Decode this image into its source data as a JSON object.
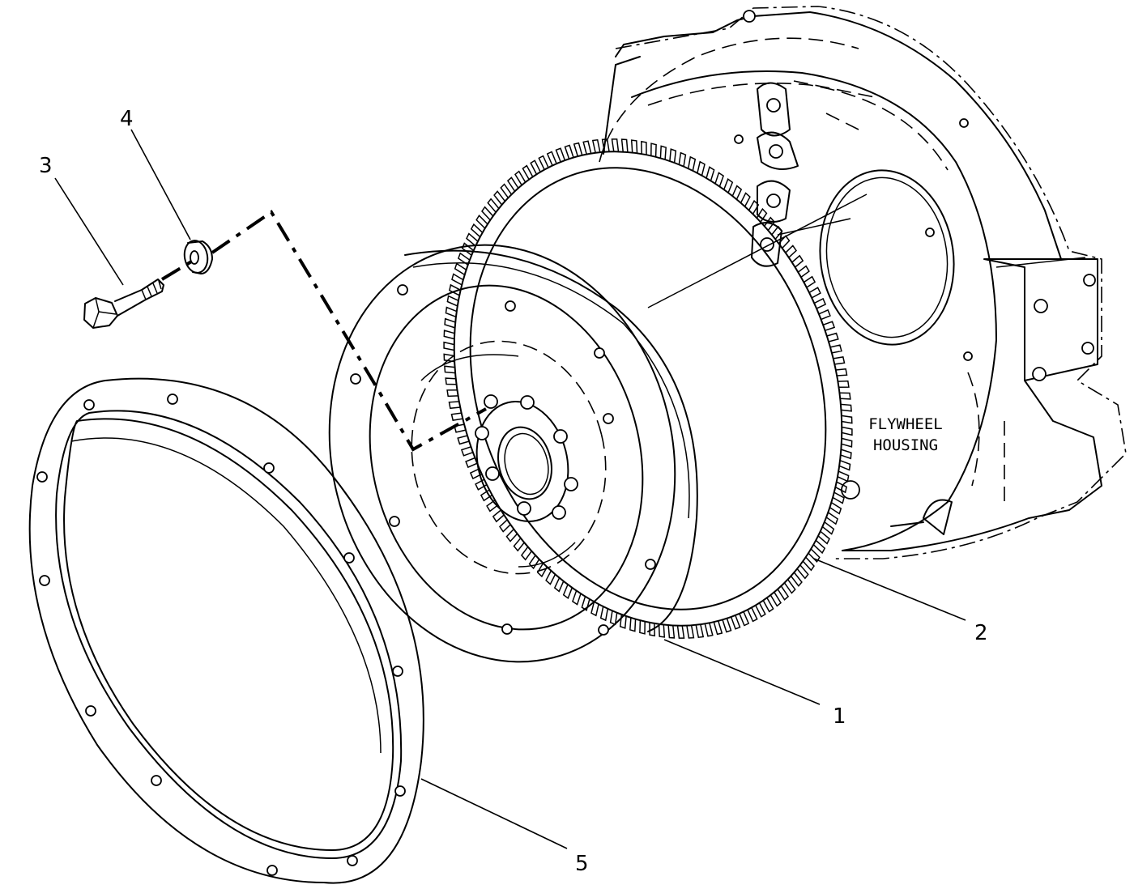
{
  "diagram": {
    "callouts": [
      {
        "id": "1",
        "label": "1"
      },
      {
        "id": "2",
        "label": "2"
      },
      {
        "id": "3",
        "label": "3"
      },
      {
        "id": "4",
        "label": "4"
      },
      {
        "id": "5",
        "label": "5"
      }
    ],
    "housing_label": {
      "line1": "FLYWHEEL",
      "line2": "HOUSING"
    }
  }
}
